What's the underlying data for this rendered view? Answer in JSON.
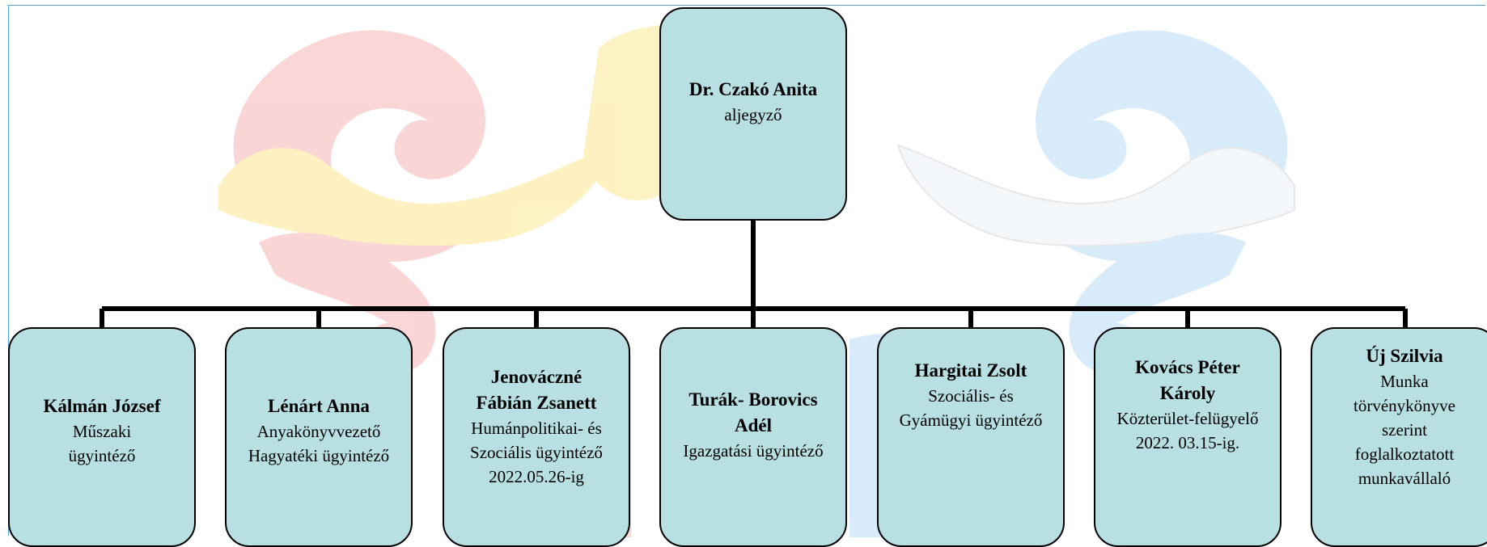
{
  "watermark": {
    "name": "coat-of-arms-watermark"
  },
  "root": {
    "name": "Dr. Czakó Anita",
    "role": "aljegyző"
  },
  "staff": [
    {
      "name_lines": [
        "Kálmán József"
      ],
      "role_lines": [
        "Műszaki",
        "ügyintéző"
      ]
    },
    {
      "name_lines": [
        "Lénárt Anna"
      ],
      "role_lines": [
        "Anyakönyvvezető",
        "Hagyatéki ügyintéző"
      ]
    },
    {
      "name_lines": [
        "Jenovácz­né",
        "Fábián Zsanett"
      ],
      "role_lines": [
        "Humánpolitikai- és",
        "Szociális ügyintéző",
        "2022.05.26-ig"
      ]
    },
    {
      "name_lines": [
        "Turák- Borovics",
        "Adél"
      ],
      "role_lines": [
        "Igazgatási ügyintéző"
      ]
    },
    {
      "name_lines": [
        "Hargitai Zsolt"
      ],
      "role_lines": [
        "Szociális- és",
        "Gyámügyi ügyintéző"
      ]
    },
    {
      "name_lines": [
        "Kovács Péter",
        "Károly"
      ],
      "role_lines": [
        "Közterület-felügyelő",
        "2022. 03.15-ig."
      ]
    },
    {
      "name_lines": [
        "Új Szilvia"
      ],
      "role_lines": [
        "Munka",
        "törvénykönyve",
        "szerint",
        "foglalkoztatott",
        "munkavállaló"
      ]
    }
  ]
}
